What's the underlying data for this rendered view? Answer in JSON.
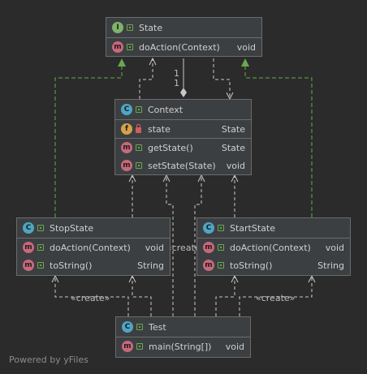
{
  "diagram": {
    "classes": {
      "state": {
        "kind": "I",
        "name": "State",
        "members": [
          {
            "badge": "m",
            "name": "doAction(Context)",
            "type": "void"
          }
        ]
      },
      "context": {
        "kind": "C",
        "name": "Context",
        "members": [
          {
            "badge": "f",
            "name": "state",
            "type": "State"
          },
          {
            "badge": "m",
            "name": "getState()",
            "type": "State"
          },
          {
            "badge": "m",
            "name": "setState(State)",
            "type": "void"
          }
        ]
      },
      "stopstate": {
        "kind": "C",
        "name": "StopState",
        "members": [
          {
            "badge": "m",
            "name": "doAction(Context)",
            "type": "void"
          },
          {
            "badge": "m",
            "name": "toString()",
            "type": "String"
          }
        ]
      },
      "startstate": {
        "kind": "C",
        "name": "StartState",
        "members": [
          {
            "badge": "m",
            "name": "doAction(Context)",
            "type": "void"
          },
          {
            "badge": "m",
            "name": "toString()",
            "type": "String"
          }
        ]
      },
      "test": {
        "kind": "C",
        "name": "Test",
        "members": [
          {
            "badge": "m",
            "name": "main(String[])",
            "type": "void"
          }
        ]
      }
    },
    "labels": {
      "create_left": "«create»",
      "create_middle": "«create»",
      "create_right": "«create»",
      "mult_top": "1",
      "mult_bottom": "1"
    },
    "colors": {
      "background": "#2b2b2b",
      "box": "#3c3f41",
      "dependency": "#c8c8c8",
      "realization": "#6aa84f"
    }
  },
  "footer": "Powered by yFiles"
}
